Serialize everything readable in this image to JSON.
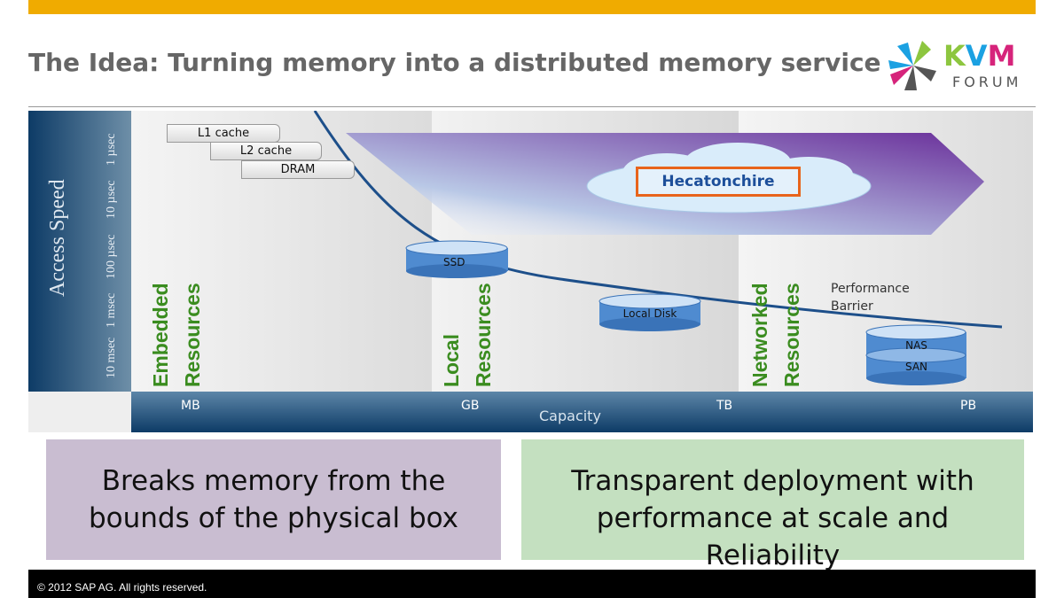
{
  "title": "The Idea: Turning memory into a distributed memory service",
  "logo": {
    "text": "KVM",
    "subtext": "FORUM",
    "colors": [
      "#8dc63f",
      "#1ba1e2",
      "#d6247b",
      "#555555"
    ]
  },
  "diagram": {
    "y_axis_label": "Access Speed",
    "y_ticks": [
      "1 µsec",
      "10 µsec",
      "100 µsec",
      "1 msec",
      "10 msec"
    ],
    "x_axis_label": "Capacity",
    "x_ticks": [
      "MB",
      "GB",
      "TB",
      "PB"
    ],
    "caches": [
      "L1 cache",
      "L2 cache",
      "DRAM"
    ],
    "regions": [
      [
        "Embedded",
        "Resources"
      ],
      [
        "Local",
        "Resources"
      ],
      [
        "Networked",
        "Resources"
      ]
    ],
    "storage": {
      "ssd": "SSD",
      "local_disk": "Local Disk",
      "nas": "NAS",
      "san": "SAN"
    },
    "barrier": [
      "Performance",
      "Barrier"
    ],
    "hecatonchire": "Hecatonchire",
    "colors": {
      "axis": "#0d3b66",
      "region_text": "#3a8c1f",
      "highlight": "#e8641b",
      "arrow": "#7a3fa0"
    }
  },
  "boxes": [
    {
      "text": "Breaks memory from the bounds of the physical box",
      "color": "#c9bdd1"
    },
    {
      "text": "Transparent deployment with performance at scale and Reliability",
      "color": "#c4e0c0"
    }
  ],
  "footer": "© 2012 SAP AG. All rights reserved."
}
